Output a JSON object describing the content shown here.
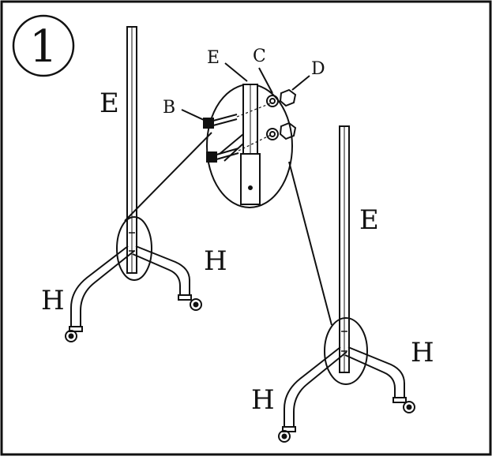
{
  "step": {
    "number": "1"
  },
  "labels": {
    "left_pole": "E",
    "right_pole": "E",
    "detail_pole": "E",
    "bolt": "B",
    "washer": "C",
    "nut": "D",
    "left_leg_right": "H",
    "left_leg_left": "H",
    "right_leg_right": "H",
    "right_leg_left": "H"
  },
  "colors": {
    "line": "#111111",
    "background": "#ffffff"
  }
}
